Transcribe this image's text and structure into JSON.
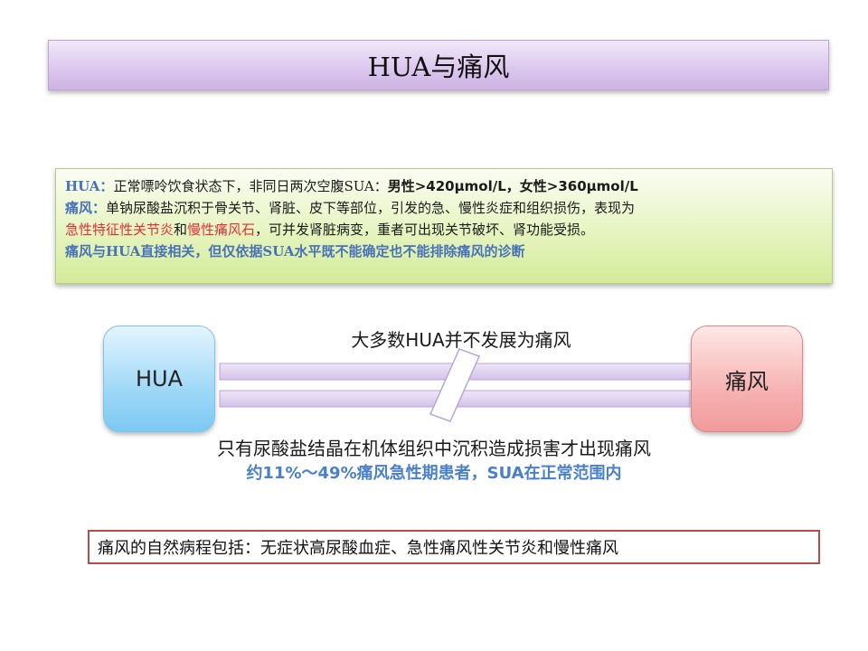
{
  "title": "HUA与痛风",
  "info": {
    "line1": {
      "label": "HUA：",
      "text": "正常嘌呤饮食状态下，非同日两次空腹SUA：",
      "bold": "男性>420μmol/L，女性>360μmol/L"
    },
    "line2": {
      "label": "痛风：",
      "text": "单钠尿酸盐沉积于骨关节、肾脏、皮下等部位，引发的急、慢性炎症和组织损伤，表现为"
    },
    "line3": {
      "red1": "急性特征性关节炎",
      "and": "和",
      "red2": "慢性痛风石",
      "text": "，可并发肾脏病变，重者可出现关节破坏、肾功能受损。"
    },
    "line4": "痛风与HUA直接相关，但仅依据SUA水平既不能确定也不能排除痛风的诊断"
  },
  "diagram": {
    "left_node": "HUA",
    "right_node": "痛风",
    "above_text": "大多数HUA并不发展为痛风",
    "below_text": "只有尿酸盐结晶在机体组织中沉积造成损害才出现痛风",
    "below_blue": "约11%～49%痛风急性期患者，SUA在正常范围内"
  },
  "course": "痛风的自然病程包括：无症状高尿酸血症、急性痛风性关节炎和慢性痛风",
  "colors": {
    "title_fill": "#ddc9ee",
    "info_fill": "#e6f4c0",
    "accent_blue": "#4a72b8",
    "accent_red": "#e0303c",
    "hua_node": "#9fd8f7",
    "gout_node": "#f6b3b3",
    "bar_fill": "#d9c9ee",
    "course_border": "#bd4a48"
  }
}
